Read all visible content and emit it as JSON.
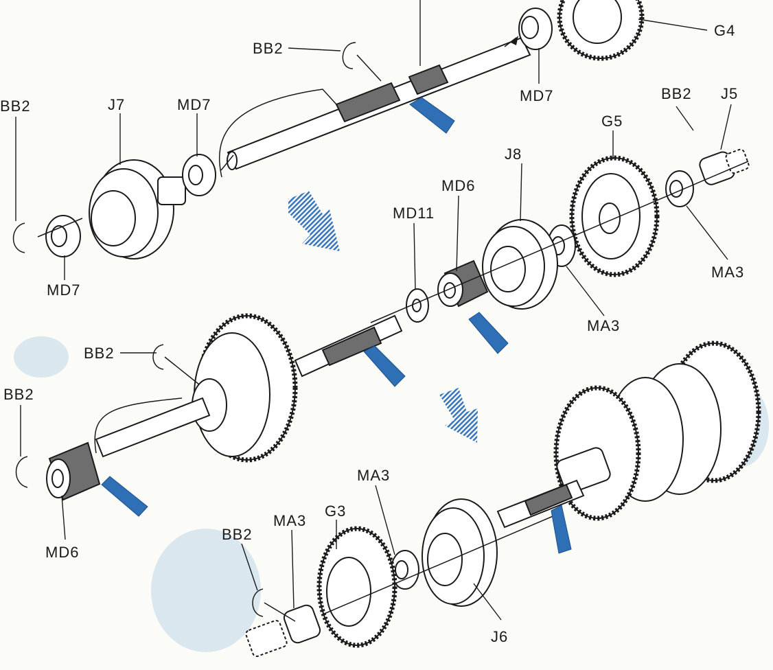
{
  "labels": {
    "bb2_a": "BB2",
    "bb2_b": "BB2",
    "bb2_c": "BB2",
    "bb2_d": "BB2",
    "bb2_e": "BB2",
    "bb2_f": "BB2",
    "g4": "G4",
    "md7_a": "MD7",
    "md7_b": "MD7",
    "md7_c": "MD7",
    "j7": "J7",
    "g5": "G5",
    "j5": "J5",
    "j8": "J8",
    "md6_a": "MD6",
    "md6_b": "MD6",
    "md11": "MD11",
    "ma3_a": "MA3",
    "ma3_b": "MA3",
    "ma3_c": "MA3",
    "ma3_d": "MA3",
    "g3": "G3",
    "j6": "J6"
  },
  "colors": {
    "grease_tube": "#2f6fb6",
    "flow_arrow": "#3a77bd",
    "line": "#1a1a1a",
    "paper": "#fbfbf7"
  },
  "icons": {
    "grease": "grease-tube-icon",
    "flow": "hatched-flow-arrow-icon",
    "clip": "e-clip-icon"
  }
}
